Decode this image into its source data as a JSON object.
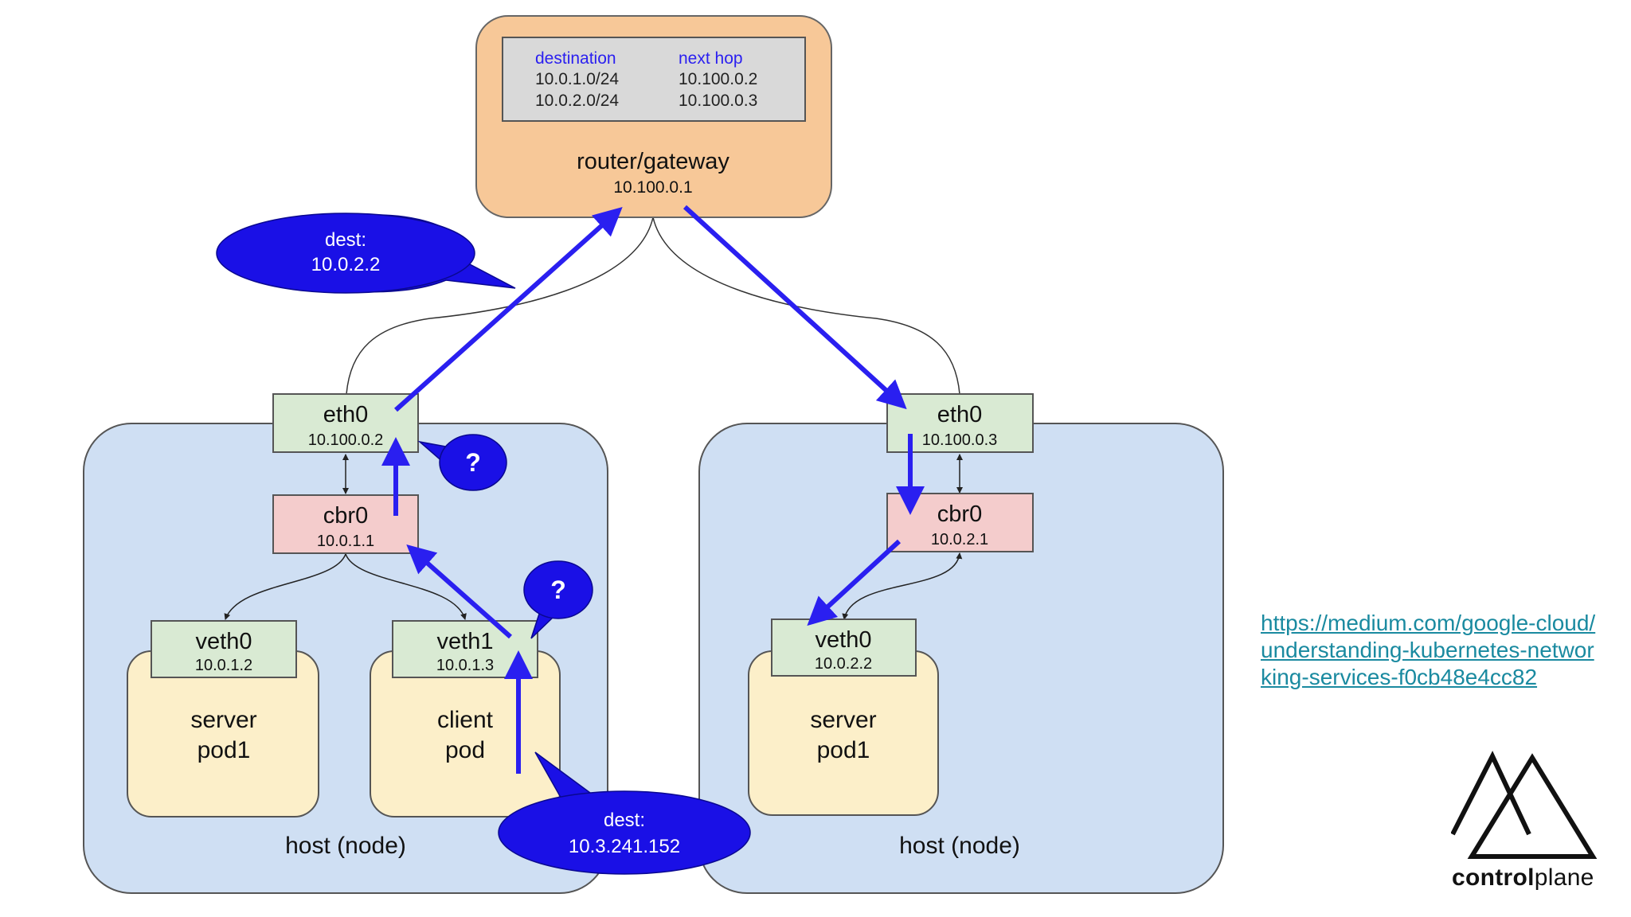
{
  "routing_table": {
    "header_destination": "destination",
    "header_next_hop": "next hop",
    "rows": [
      {
        "destination": "10.0.1.0/24",
        "next_hop": "10.100.0.2"
      },
      {
        "destination": "10.0.2.0/24",
        "next_hop": "10.100.0.3"
      }
    ]
  },
  "router": {
    "label": "router/gateway",
    "ip": "10.100.0.1"
  },
  "left_host": {
    "label": "host (node)",
    "eth0": {
      "label": "eth0",
      "ip": "10.100.0.2"
    },
    "cbr0": {
      "label": "cbr0",
      "ip": "10.0.1.1"
    },
    "veth0": {
      "label": "veth0",
      "ip": "10.0.1.2"
    },
    "veth1": {
      "label": "veth1",
      "ip": "10.0.1.3"
    },
    "server_pod": {
      "line1": "server",
      "line2": "pod1"
    },
    "client_pod": {
      "line1": "client",
      "line2": "pod"
    }
  },
  "right_host": {
    "label": "host (node)",
    "eth0": {
      "label": "eth0",
      "ip": "10.100.0.3"
    },
    "cbr0": {
      "label": "cbr0",
      "ip": "10.0.2.1"
    },
    "veth0": {
      "label": "veth0",
      "ip": "10.0.2.2"
    },
    "server_pod": {
      "line1": "server",
      "line2": "pod1"
    }
  },
  "callouts": {
    "dest_top": {
      "line1": "dest:",
      "line2": "10.0.2.2"
    },
    "dest_bottom": {
      "line1": "dest:",
      "line2": "10.3.241.152"
    },
    "question_eth0": "?",
    "question_veth1": "?"
  },
  "link": {
    "lines": [
      "https://medium.com/google-cloud/",
      "understanding-kubernetes-networ",
      "king-services-f0cb48e4cc82"
    ]
  },
  "logo": {
    "bold": "control",
    "regular": "plane"
  },
  "colors": {
    "host_bg": "#cfdff3",
    "pod_bg": "#fcefc9",
    "iface_bg": "#d9ead3",
    "bridge_bg": "#f4cccc",
    "router_bg": "#f7c898",
    "table_bg": "#d9d9d9",
    "flow_arrow": "#2a1ff0",
    "callout_bg": "#1a10e6",
    "link_text": "#1a8aa0"
  }
}
